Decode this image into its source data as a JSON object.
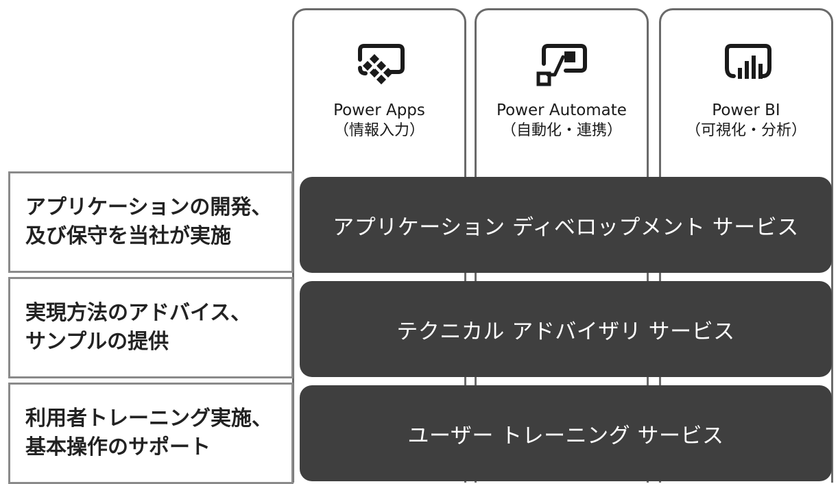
{
  "columns": [
    {
      "name": "Power Apps",
      "sub": "（情報入力）",
      "icon": "power-apps-icon"
    },
    {
      "name": "Power Automate",
      "sub": "（自動化・連携）",
      "icon": "power-automate-icon"
    },
    {
      "name": "Power BI",
      "sub": "（可視化・分析）",
      "icon": "power-bi-icon"
    }
  ],
  "rows": [
    {
      "label_line1": "アプリケーションの開発、",
      "label_line2": "及び保守を当社が実施",
      "service": "アプリケーション ディベロップメント サービス"
    },
    {
      "label_line1": "実現方法のアドバイス、",
      "label_line2": "サンプルの提供",
      "service": "テクニカル アドバイザリ サービス"
    },
    {
      "label_line1": "利用者トレーニング実施、",
      "label_line2": "基本操作のサポート",
      "service": "ユーザー トレーニング サービス"
    }
  ],
  "colors": {
    "bar": "#3f3f3f",
    "bar_text": "#ffffff",
    "border": "#6a6a6a",
    "icon": "#1a1a1a"
  }
}
